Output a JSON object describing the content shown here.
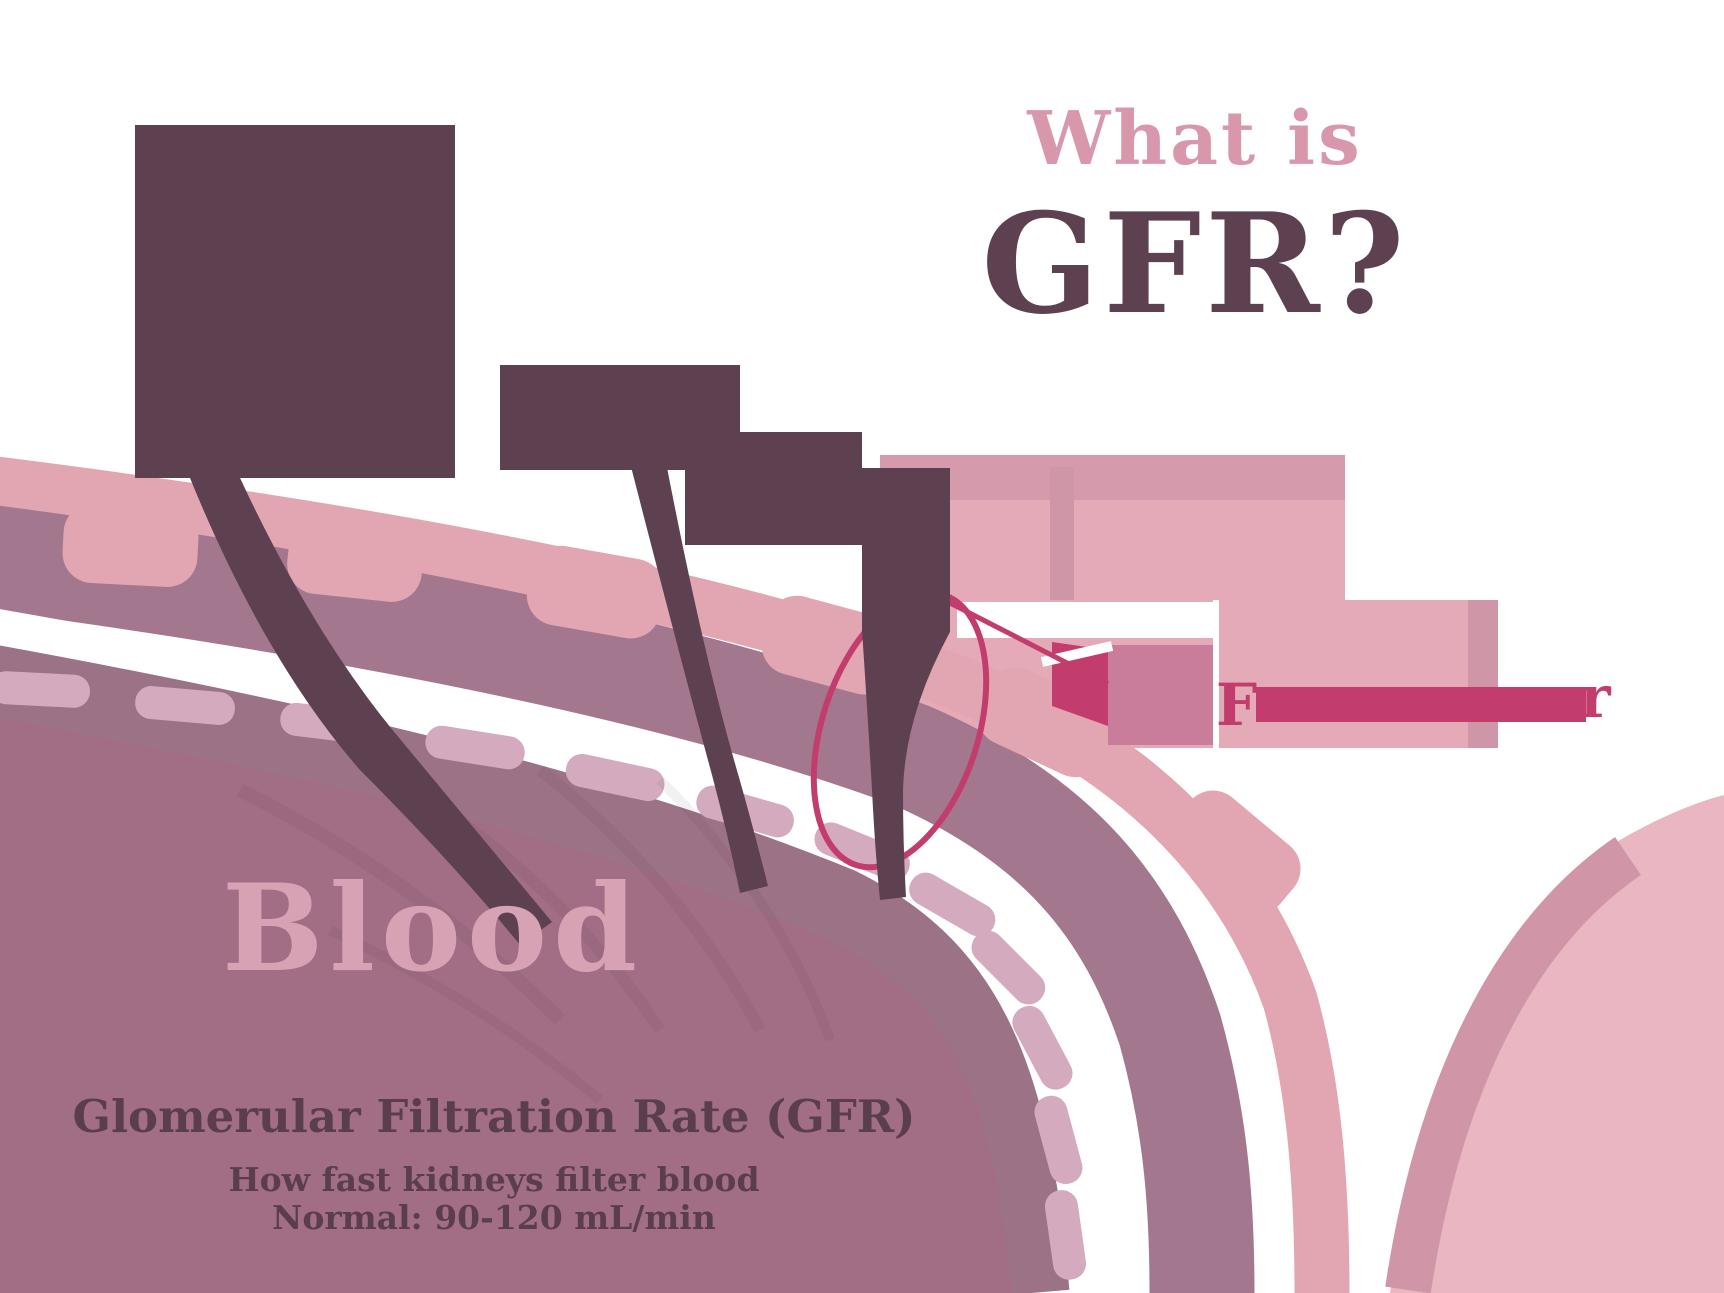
{
  "title": {
    "line1": "What is",
    "line2": "GFR?"
  },
  "vessel_label": "Blood",
  "caption": {
    "heading": "Glomerular Filtration Rate (GFR)",
    "subline1": "How fast kidneys filter blood",
    "subline2": "Normal: 90-120 mL/min"
  },
  "annotation": {
    "lead_letter": "F",
    "tail_letter": "r"
  },
  "colors": {
    "dark": "#5d4150",
    "text-dark": "#5a3e4d",
    "title-pink": "#d897aa",
    "blood": "#d7a2b3",
    "magenta": "#c23d6d",
    "pink-band": "#e2a6b3",
    "mauve": "#a3788e",
    "mauve2": "#9c7287",
    "inner": "#a26e85",
    "dash": "#d4aabe",
    "block-light": "#e4aab7",
    "block-top": "#d59aab",
    "block-med": "#ca7d9a",
    "strip": "#cf96a7",
    "blob": "#e9b6c2",
    "crescent": "#d096a8"
  }
}
